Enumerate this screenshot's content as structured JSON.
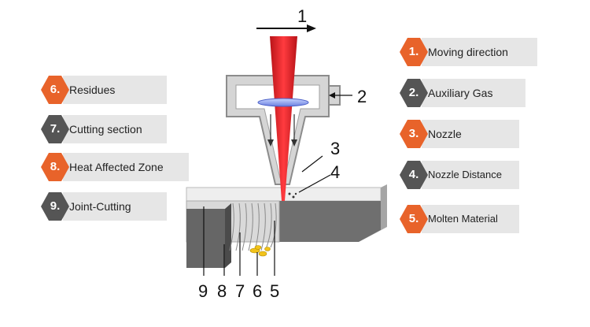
{
  "colors": {
    "orange": "#e8632a",
    "dark": "#555555",
    "beam": "#e5262b",
    "label_bg": "#e6e6e6"
  },
  "callouts": {
    "c1": "1",
    "c2": "2",
    "c3": "3",
    "c4": "4",
    "c5": "5",
    "c6": "6",
    "c7": "7",
    "c8": "8",
    "c9": "9"
  },
  "legend": [
    {
      "num": "1.",
      "label": "Moving direction",
      "color": "orange"
    },
    {
      "num": "2.",
      "label": "Auxiliary Gas",
      "color": "dark"
    },
    {
      "num": "3.",
      "label": "Nozzle",
      "color": "orange"
    },
    {
      "num": "4.",
      "label": "Nozzle Distance",
      "color": "dark"
    },
    {
      "num": "5.",
      "label": "Molten Material",
      "color": "orange"
    },
    {
      "num": "6.",
      "label": "Residues",
      "color": "orange"
    },
    {
      "num": "7.",
      "label": "Cutting section",
      "color": "dark"
    },
    {
      "num": "8.",
      "label": "Heat Affected Zone",
      "color": "orange"
    },
    {
      "num": "9.",
      "label": "Joint-Cutting",
      "color": "dark"
    }
  ]
}
